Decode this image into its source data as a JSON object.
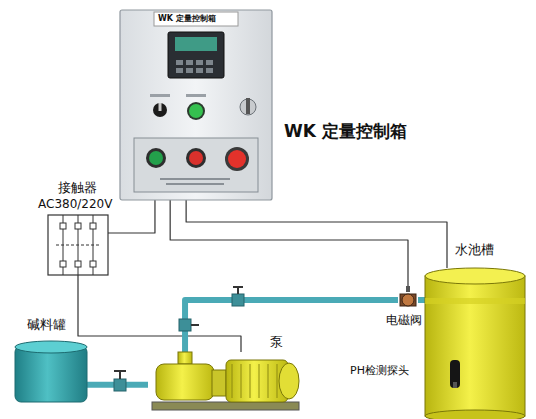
{
  "diagram": {
    "nodes": [
      {
        "text": [
          "WK 定量控制箱"
        ]
      },
      {
        "text": [
          "接触器",
          "AC380/220V"
        ]
      },
      {
        "text": [
          "碱料罐"
        ]
      },
      {
        "text": [
          "泵"
        ]
      },
      {
        "text": [
          "电磁阀"
        ]
      },
      {
        "text": [
          "水池槽"
        ]
      },
      {
        "text": [
          "PH检测探头"
        ],
        "in": 5
      }
    ],
    "edges": [
      {
        "from": 0,
        "to": 1,
        "arrow": "none"
      },
      {
        "from": 1,
        "to": 3,
        "arrow": "none"
      },
      {
        "from": 0,
        "to": 4,
        "arrow": "none"
      },
      {
        "from": 0,
        "to": 5,
        "arrow": "none"
      },
      {
        "from": 2,
        "to": 3,
        "arrow": "none"
      },
      {
        "from": 3,
        "to": 4,
        "arrow": "none"
      },
      {
        "from": 4,
        "to": 5,
        "arrow": "none"
      }
    ],
    "labels": [
      "WK 定量控制箱"
    ]
  }
}
